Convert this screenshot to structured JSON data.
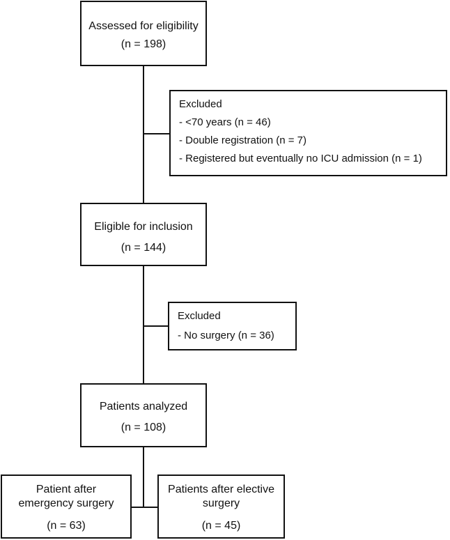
{
  "boxes": {
    "assessed": {
      "line1": "Assessed for eligibility",
      "line2": "(n = 198)"
    },
    "excluded1": {
      "title": "Excluded",
      "items": [
        "- <70 years (n = 46)",
        "- Double registration (n = 7)",
        "- Registered but eventually no ICU admission (n = 1)"
      ]
    },
    "eligible": {
      "line1": "Eligible for inclusion",
      "line2": "(n = 144)"
    },
    "excluded2": {
      "title": "Excluded",
      "items": [
        "- No surgery (n = 36)"
      ]
    },
    "analyzed": {
      "line1": "Patients analyzed",
      "line2": "(n = 108)"
    },
    "emergency": {
      "line1": "Patient after",
      "line2": "emergency surgery",
      "line3": "(n = 63)"
    },
    "elective": {
      "line1": "Patients after elective",
      "line2": "surgery",
      "line3": "(n = 45)"
    }
  }
}
